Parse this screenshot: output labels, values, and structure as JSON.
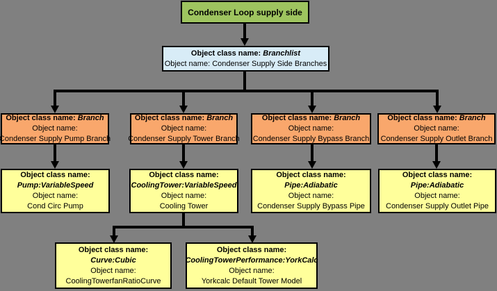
{
  "colors": {
    "background": "#808080",
    "root_fill": "#9EC45F",
    "branchlist_fill": "#D8ECF7",
    "branch_fill": "#F9A76C",
    "component_fill": "#FFFF9B",
    "border": "#000000",
    "connector": "#000000"
  },
  "nodes": {
    "root": {
      "title": "Condenser Loop supply side"
    },
    "branchlist": {
      "class_label": "Object class name:",
      "class_name": "Branchlist",
      "name_label": "Object name:",
      "object_name": "Condenser Supply Side Branches"
    },
    "branches": [
      {
        "class_label": "Object class name:",
        "class_name": "Branch",
        "name_label": "Object name:",
        "object_name": "Condenser Supply Pump Branch"
      },
      {
        "class_label": "Object class name:",
        "class_name": "Branch",
        "name_label": "Object name:",
        "object_name": "Condenser Supply Tower Branch"
      },
      {
        "class_label": "Object class name:",
        "class_name": "Branch",
        "name_label": "Object name:",
        "object_name": "Condenser Supply Bypass Branch"
      },
      {
        "class_label": "Object class name:",
        "class_name": "Branch",
        "name_label": "Object name:",
        "object_name": "Condenser Supply Outlet Branch"
      }
    ],
    "components": [
      {
        "class_label": "Object class name:",
        "class_name": "Pump:VariableSpeed",
        "name_label": "Object name:",
        "object_name": "Cond Circ Pump"
      },
      {
        "class_label": "Object class name:",
        "class_name": "CoolingTower:VariableSpeed",
        "name_label": "Object name:",
        "object_name": "Cooling Tower"
      },
      {
        "class_label": "Object class name:",
        "class_name": "Pipe:Adiabatic",
        "name_label": "Object name:",
        "object_name": "Condenser Supply Bypass Pipe"
      },
      {
        "class_label": "Object class name:",
        "class_name": "Pipe:Adiabatic",
        "name_label": "Object name:",
        "object_name": "Condenser Supply Outlet Pipe"
      }
    ],
    "tower_children": [
      {
        "class_label": "Object class name:",
        "class_name": "Curve:Cubic",
        "name_label": "Object name:",
        "object_name": "CoolingTowerfanRatioCurve"
      },
      {
        "class_label": "Object class name:",
        "class_name": "CoolingTowerPerformance:YorkCalc",
        "name_label": "Object name:",
        "object_name": "Yorkcalc Default Tower Model"
      }
    ]
  }
}
